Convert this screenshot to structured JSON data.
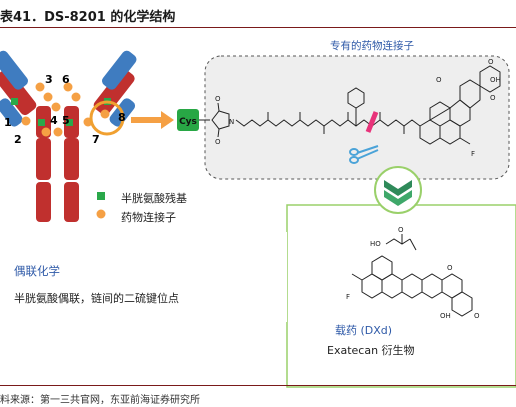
{
  "header": {
    "title": "表41．DS-8201 的化学结构"
  },
  "payload_panel": {
    "title": "专有的药物连接子",
    "cys_label": "Cys",
    "atom_labels": {
      "O": "O",
      "OH": "OH",
      "N": "N",
      "F": "F",
      "HO": "HO"
    }
  },
  "antibody": {
    "site_numbers": [
      "1",
      "2",
      "3",
      "4",
      "5",
      "6",
      "7",
      "8"
    ],
    "legend": {
      "cysteine": "半胱氨酸残基",
      "linker": "药物连接子"
    }
  },
  "conjugation": {
    "title": "偶联化学",
    "description": "半胱氨酸偶联，链间的二硫键位点"
  },
  "payload": {
    "name": "载药 (DXd)",
    "description": "Exatecan 衍生物"
  },
  "footer": {
    "source": "料来源：第一三共官网，东亚前海证券研究所"
  },
  "colors": {
    "title_rule": "#7a1a1a",
    "heavy_chain": "#c0302e",
    "light_chain": "#3f7cc0",
    "cysteine": "#2aa84a",
    "linker": "#f5a044",
    "accent_blue": "#2f5aa8",
    "cleavage_pink": "#e8337a",
    "panel_green": "#9ad06a"
  },
  "icons": [
    "arrow-right-icon",
    "scissors-icon",
    "chevron-logo-icon"
  ]
}
